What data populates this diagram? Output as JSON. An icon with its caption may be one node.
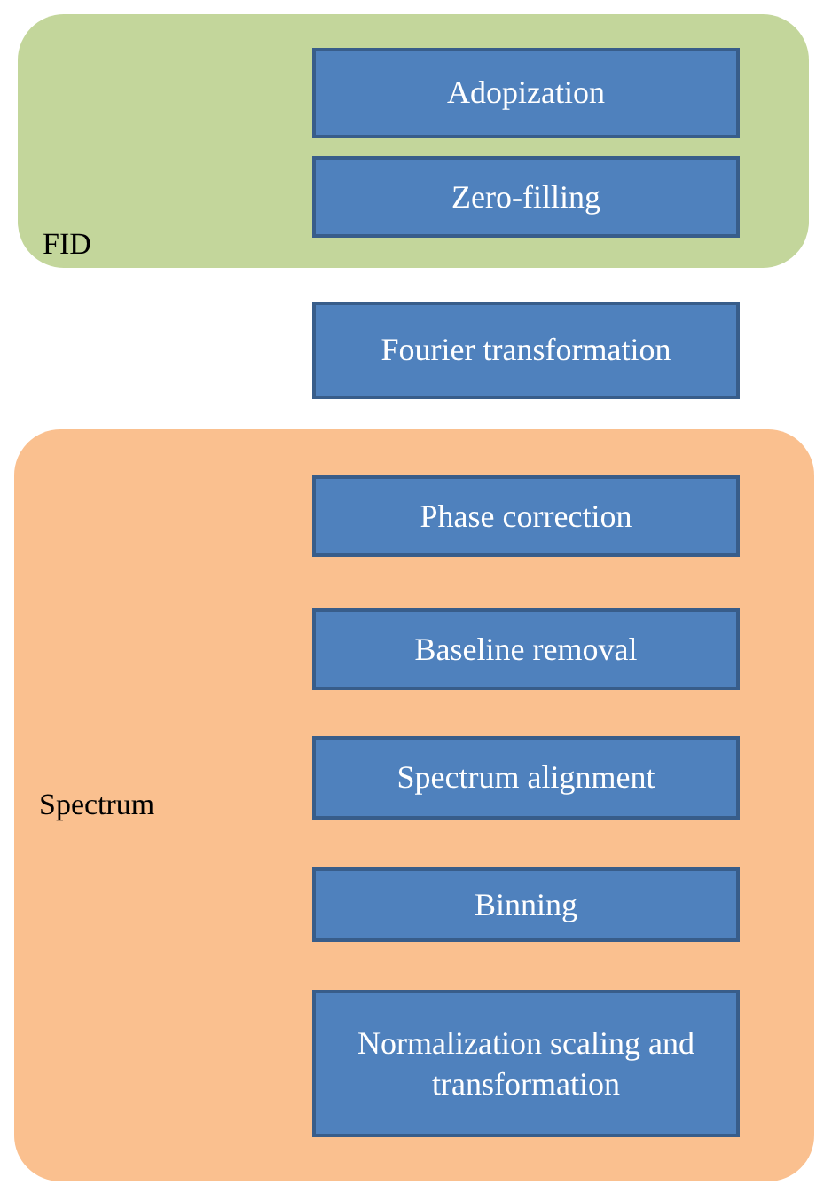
{
  "diagram": {
    "nodes": [
      {
        "text": [
          "FID"
        ]
      },
      {
        "text": [
          "Adopization"
        ],
        "in": 0
      },
      {
        "text": [
          "Zero-filling"
        ],
        "in": 0
      },
      {
        "text": [
          "Fourier transformation"
        ]
      },
      {
        "text": [
          "Spectrum"
        ]
      },
      {
        "text": [
          "Phase correction"
        ],
        "in": 4
      },
      {
        "text": [
          "Baseline removal"
        ],
        "in": 4
      },
      {
        "text": [
          "Spectrum alignment"
        ],
        "in": 4
      },
      {
        "text": [
          "Binning"
        ],
        "in": 4
      },
      {
        "text": [
          "Normalization scaling and transformation"
        ],
        "in": 4
      }
    ]
  }
}
